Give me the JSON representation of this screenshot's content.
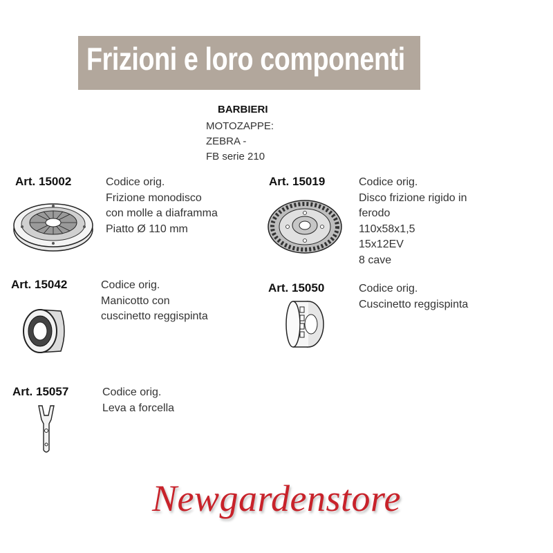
{
  "title": "Frizioni e loro componenti",
  "brand": "BARBIERI",
  "subtitle_lines": [
    "MOTOZAPPE:",
    "ZEBRA -",
    "FB serie 210"
  ],
  "products": [
    {
      "art": "Art. 15002",
      "lines": [
        "Codice orig.",
        "Frizione monodisco",
        "con molle a diaframma",
        "Piatto Ø 110 mm"
      ],
      "icon": "clutch-plate-icon"
    },
    {
      "art": "Art. 15019",
      "lines": [
        "Codice orig.",
        "Disco  frizione rigido in",
        "ferodo",
        "110x58x1,5",
        "15x12EV",
        "8 cave"
      ],
      "icon": "clutch-disc-icon"
    },
    {
      "art": "Art. 15042",
      "lines": [
        "Codice orig.",
        "Manicotto con",
        "cuscinetto reggispinta"
      ],
      "icon": "bearing-sleeve-icon"
    },
    {
      "art": "Art. 15050",
      "lines": [
        "Codice orig.",
        "Cuscinetto reggispinta"
      ],
      "icon": "thrust-bearing-icon"
    },
    {
      "art": "Art. 15057",
      "lines": [
        "Codice orig.",
        "Leva a forcella"
      ],
      "icon": "fork-lever-icon"
    }
  ],
  "footer": "Newgardenstore",
  "colors": {
    "banner": "#b2a79c",
    "footer": "#c8222a"
  }
}
